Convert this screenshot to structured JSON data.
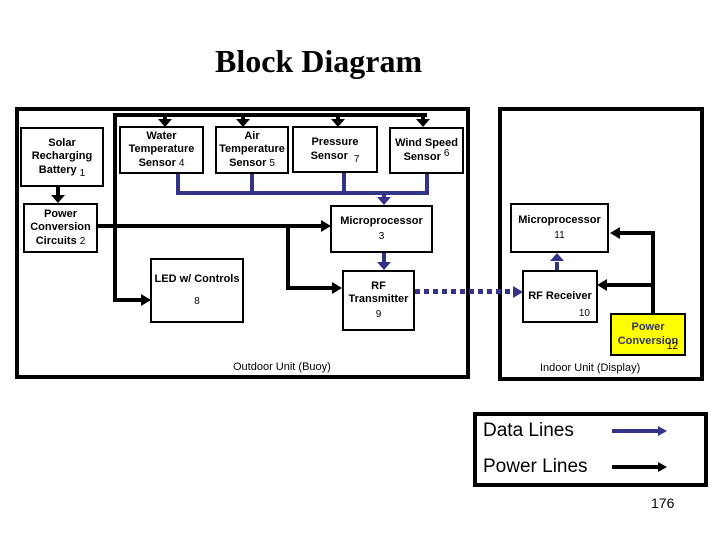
{
  "title": "Block Diagram",
  "outdoor_unit": {
    "caption": "Outdoor Unit (Buoy)",
    "blocks": {
      "solar": {
        "label": "Solar Recharging Battery",
        "number": "1"
      },
      "power_conversion": {
        "label": "Power Conversion Circuits",
        "number": "2"
      },
      "water": {
        "label": "Water Temperature Sensor",
        "number": "4"
      },
      "air": {
        "label": "Air Temperature Sensor",
        "number": "5"
      },
      "pressure": {
        "label": "Pressure Sensor",
        "number": "7"
      },
      "wind": {
        "label": "Wind Speed Sensor",
        "number": "6"
      },
      "microprocessor": {
        "label": "Microprocessor",
        "number": "3"
      },
      "led": {
        "label": "LED w/ Controls",
        "number": "8"
      },
      "rf_transmitter": {
        "label": "RF Transmitter",
        "number": "9"
      }
    }
  },
  "indoor_unit": {
    "caption": "Indoor Unit (Display)",
    "blocks": {
      "microprocessor": {
        "label": "Microprocessor",
        "number": "11"
      },
      "rf_receiver": {
        "label": "RF Receiver",
        "number": "10"
      },
      "power_conversion": {
        "label": "Power Conversion",
        "number": "12"
      }
    }
  },
  "legend": {
    "data_lines": "Data Lines",
    "power_lines": "Power Lines"
  },
  "page_number": "176",
  "colors": {
    "power_line": "#000000",
    "data_line": "#333388",
    "navy_text": "#333366",
    "highlight_yellow": "#ffff00"
  }
}
